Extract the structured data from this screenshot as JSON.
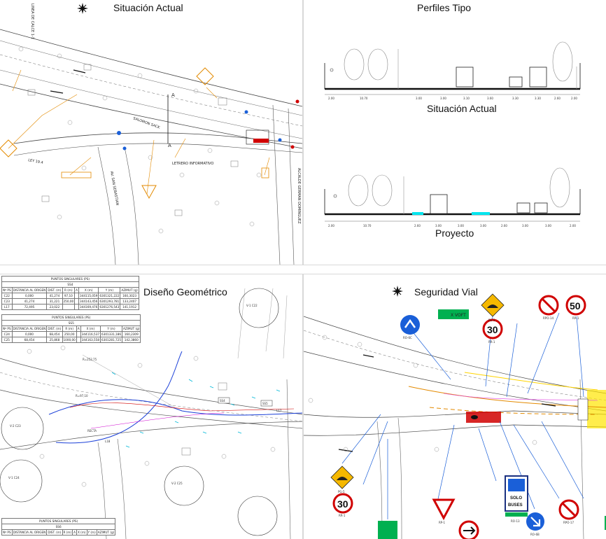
{
  "panels": {
    "situacion": {
      "title": "Situación Actual",
      "labels": {
        "linea": "LINEA DE CALCE 1-1",
        "ley": "LEY 19.4",
        "salomon": "SALOMON SACK",
        "avenida": "AV. SAN SEBASTIAN",
        "letrero": "LETRERO INFORMATIVO",
        "alcalde": "ALCALDE GERMAN DOMINGUEZ",
        "section": "A"
      }
    },
    "perfiles": {
      "title": "Perfiles Tipo",
      "sub1": "Situación Actual",
      "sub2": "Proyecto",
      "dims_actual": [
        "2.00",
        "10.70",
        "3.00",
        "3.00",
        "3.10",
        "3.60",
        "3.30",
        "3.30",
        "2.60",
        "2.00"
      ],
      "dims_proyecto": [
        "2.00",
        "10.70",
        "2.60",
        "3.00",
        "3.00",
        "3.00",
        "2.60",
        "3.00",
        "3.00",
        "2.00"
      ]
    },
    "diseno": {
      "title": "Diseño Geométrico",
      "table_title": "PUNTOS SINGULARES (PS)",
      "table1": {
        "sub": "SS4",
        "header": [
          "Nº PS",
          "DISTANCIA AL ORIGEN",
          "DIST. (m)",
          "R (m)",
          "A",
          "X (m)",
          "Y (m)",
          "AZIMUT (g)"
        ],
        "rows": [
          [
            "C22",
            "0,000",
            "41,274",
            "97,10",
            "",
            "344115,059",
            "6301321,222",
            "160,3023"
          ],
          [
            "C23",
            "41,274",
            "31,221",
            "250,00",
            "",
            "344143,456",
            "6301293,781",
            "133,2407"
          ],
          [
            "L17",
            "72,495",
            "23,022",
            "",
            "",
            "344169,476",
            "6301276,543",
            "141,1912"
          ]
        ]
      },
      "table2": {
        "sub": "SS5",
        "header": [
          "Nº PS",
          "DISTANCIA AL ORIGEN",
          "DIST. (m)",
          "R (m)",
          "A",
          "X (m)",
          "Y (m)",
          "AZIMUT (g)"
        ],
        "rows": [
          [
            "C24",
            "0,000",
            "68,454",
            "250,00",
            "",
            "344116,537",
            "6301331,186",
            "160,2309"
          ],
          [
            "C25",
            "68,454",
            "25,868",
            "1000,00",
            "",
            "344163,558",
            "6301281,725",
            "142,3860"
          ]
        ]
      },
      "table3": {
        "sub": "SS6",
        "header": [
          "Nº PS",
          "DISTANCIA AL ORIGEN",
          "DIST. (m)",
          "R (m)",
          "A",
          "X (m)",
          "Y (m)",
          "AZIMUT (g)"
        ]
      },
      "circles": [
        "V-1 C22",
        "V-2 C23",
        "V-1 C24",
        "V-2 C25"
      ],
      "tags": [
        "SS4",
        "SS5",
        "SS6",
        "L17",
        "L18"
      ],
      "annot": [
        "R=252,75",
        "R=97,10",
        "RECTA"
      ]
    },
    "seguridad": {
      "title": "Seguridad Vial",
      "signs": {
        "s30a": "30",
        "s50": "50",
        "s30b": "30",
        "solo": "SOLO",
        "buses": "BUSES",
        "x": "X VOFT"
      },
      "codes": [
        "RO-6C",
        "PG-5",
        "RPO-14",
        "RR-1",
        "RR-1",
        "PG-5",
        "RR-1",
        "RP-1",
        "RO-13",
        "RO-6B",
        "RPO-17"
      ]
    }
  },
  "colors": {
    "cyan": "#00e5ee",
    "orange": "#e38a00",
    "red": "#d00000",
    "blue": "#1a5fd8",
    "green": "#00b050",
    "magenta": "#e040e0"
  }
}
